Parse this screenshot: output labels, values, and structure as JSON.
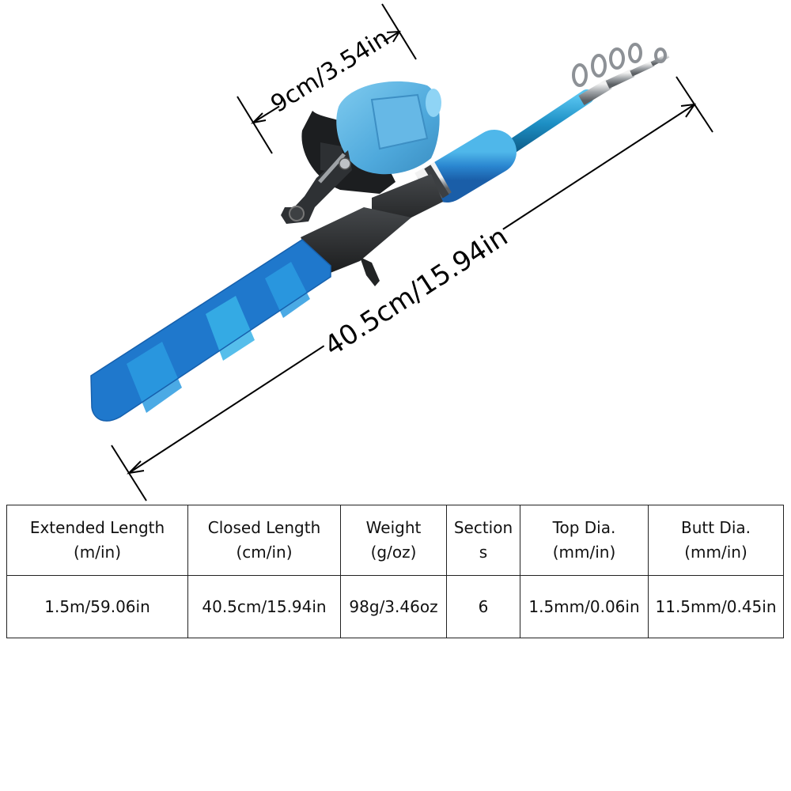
{
  "dimensions": {
    "reel_width": "9cm/3.54in",
    "closed_length": "40.5cm/15.94in"
  },
  "colors": {
    "reel_body": "#59b4e2",
    "reel_dark": "#222426",
    "rod_blank": "#1d8fc4",
    "grip_blue": "#1f78cc",
    "grip_light": "#35b0e4",
    "handle_black": "#2a2c2e",
    "guide_silver": "#b9bcc0"
  },
  "spec_table": {
    "headers": [
      {
        "line1": "Extended Length",
        "line2": "(m/in)"
      },
      {
        "line1": "Closed Length",
        "line2": "(cm/in)"
      },
      {
        "line1": "Weight",
        "line2": "(g/oz)"
      },
      {
        "line1": "Section",
        "line2": "s"
      },
      {
        "line1": "Top Dia.",
        "line2": "(mm/in)"
      },
      {
        "line1": "Butt Dia.",
        "line2": "(mm/in)"
      }
    ],
    "values": [
      "1.5m/59.06in",
      "40.5cm/15.94in",
      "98g/3.46oz",
      "6",
      "1.5mm/0.06in",
      "11.5mm/0.45in"
    ]
  }
}
